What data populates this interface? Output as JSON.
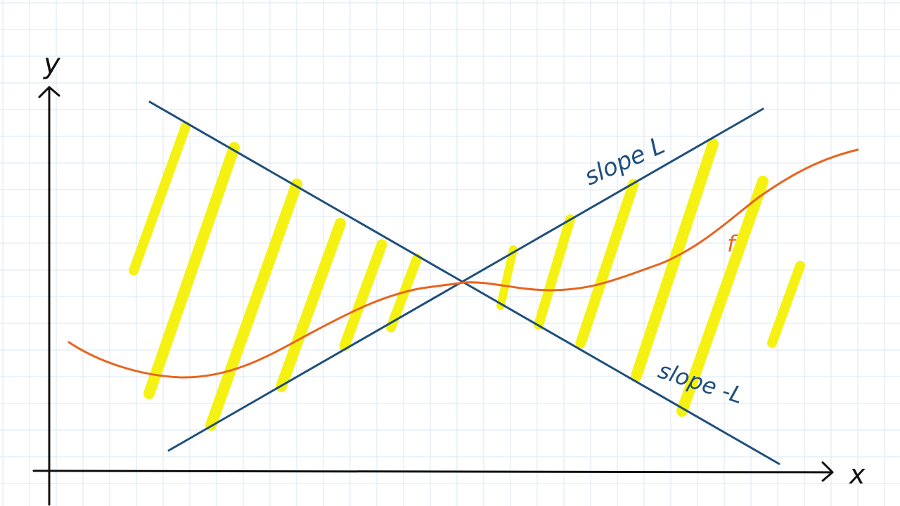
{
  "axes": {
    "x_label": "x",
    "y_label": "y"
  },
  "lines": {
    "positive_label": "slope L",
    "negative_label": "slope -L"
  },
  "function": {
    "label": "f"
  },
  "colors": {
    "grid": "#dbe7f1",
    "axis": "#111111",
    "line": "#1f4f7c",
    "function": "#e8641e",
    "hatch": "#f5f20a",
    "paper": "#ffffff"
  },
  "icons": {
    "arrow": "arrow-head-icon"
  }
}
